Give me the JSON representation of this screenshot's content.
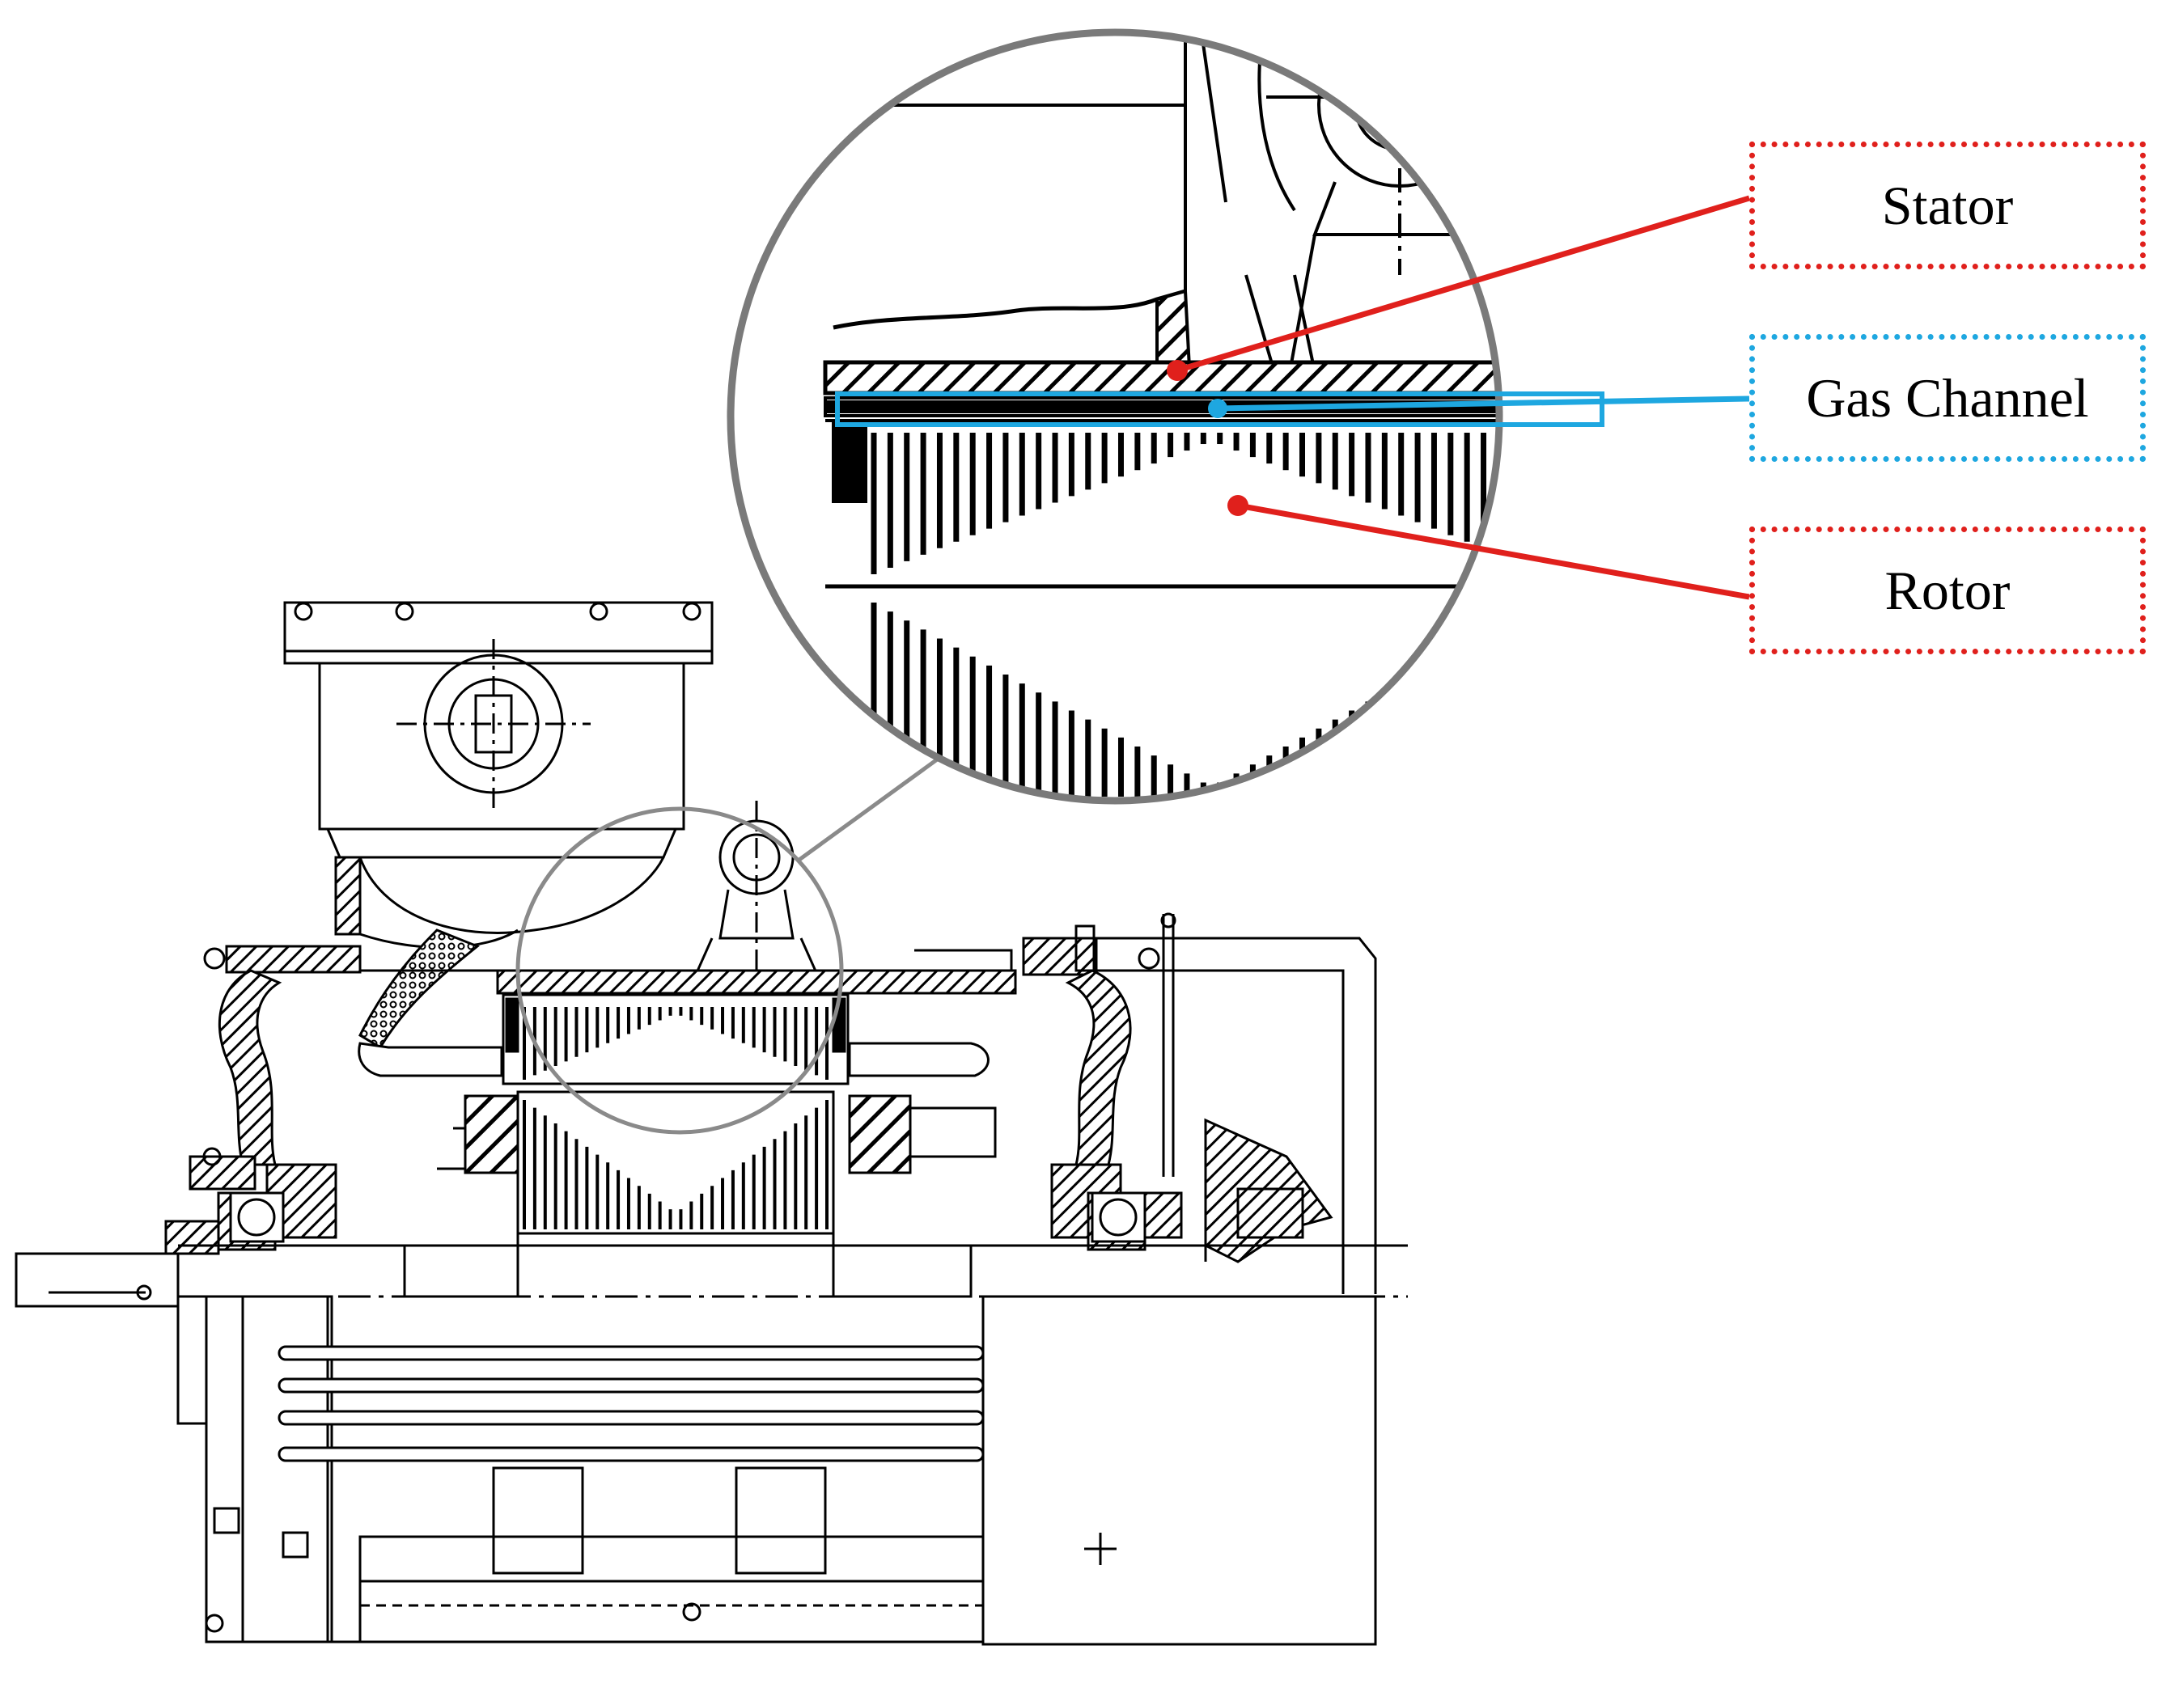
{
  "labels": {
    "stator": "Stator",
    "gas_channel": "Gas Channel",
    "rotor": "Rotor"
  },
  "colors": {
    "stator_marker": "#e0201c",
    "rotor_marker": "#e0201c",
    "gas_channel_marker": "#1ea7e0",
    "drawing_line": "#000000",
    "magnifier_ring": "#7a7a7a"
  }
}
